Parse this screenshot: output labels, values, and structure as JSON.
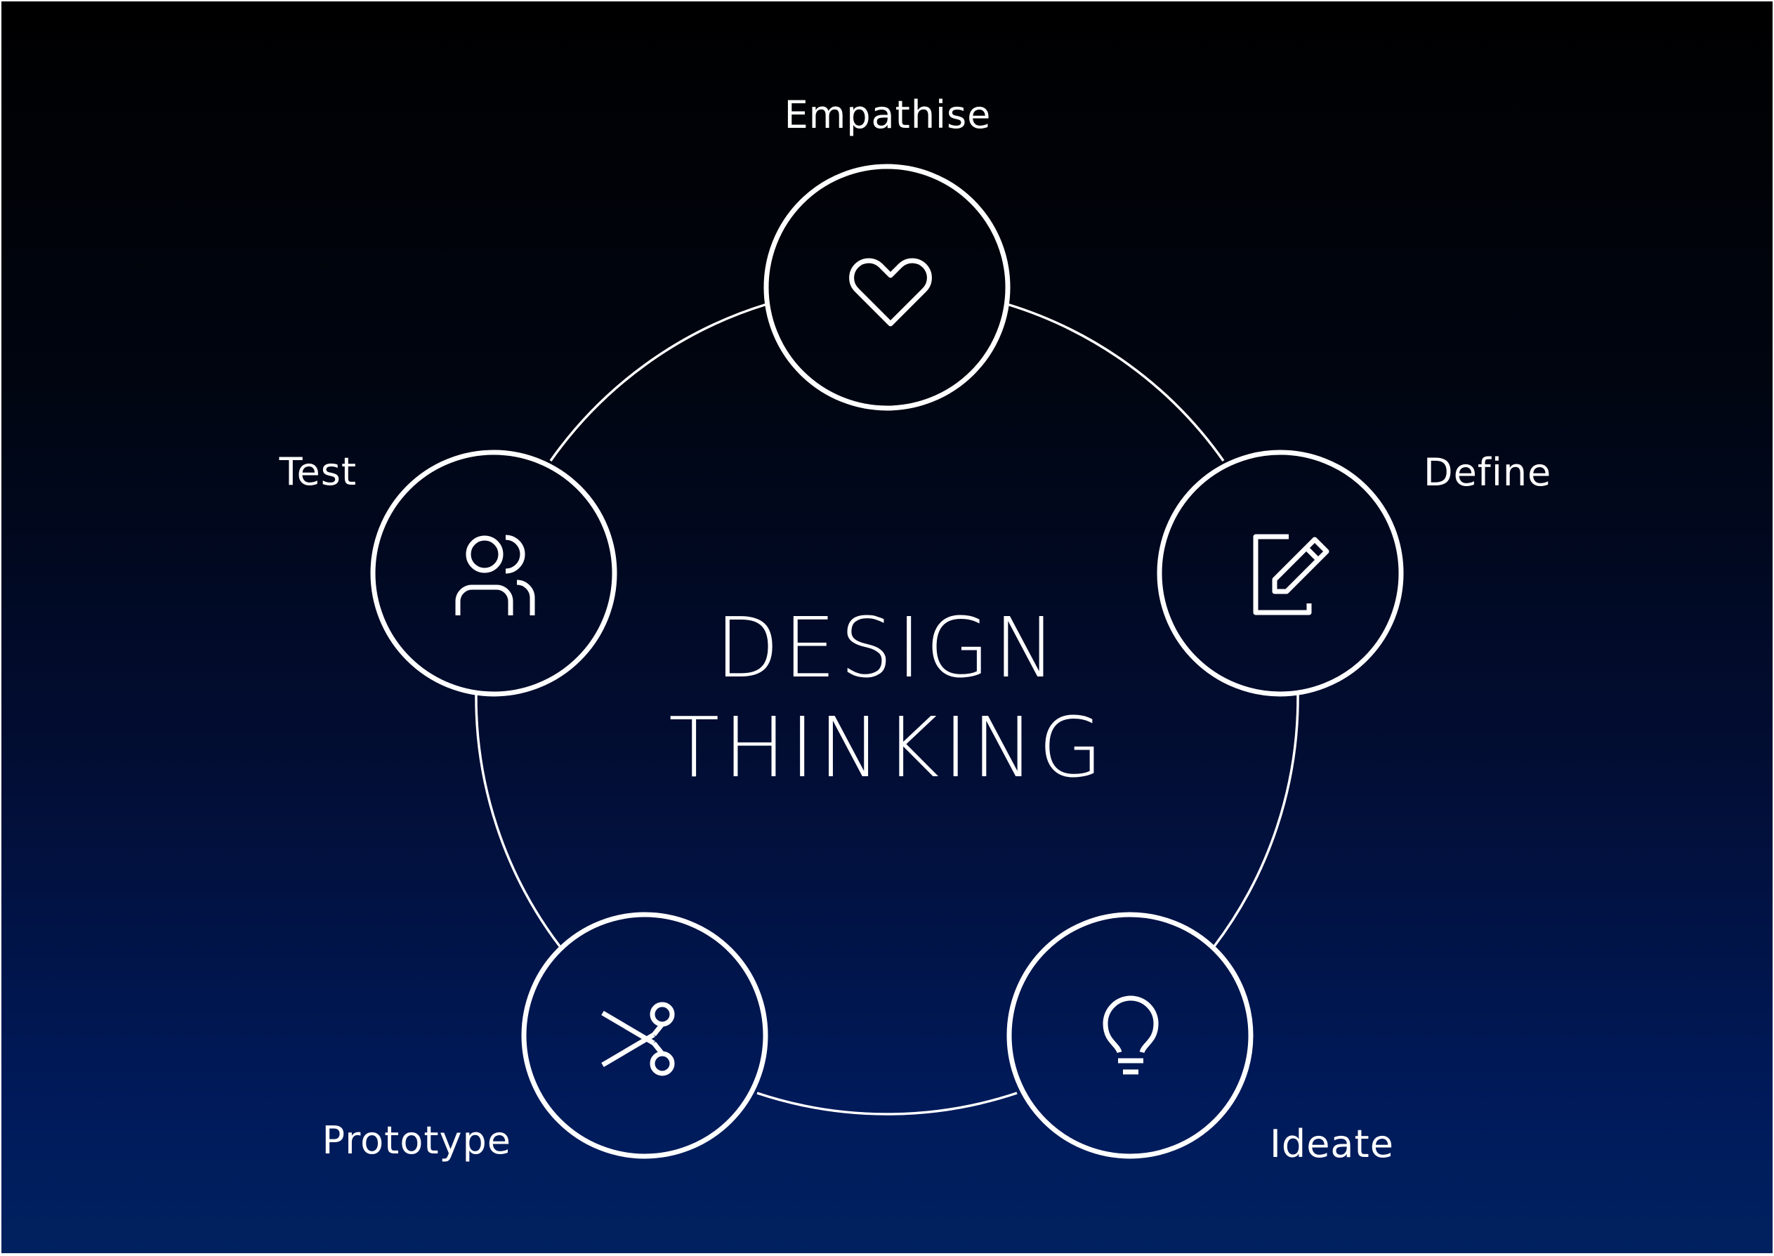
{
  "title": {
    "line1": "DESIGN",
    "line2": "THINKING"
  },
  "stages": [
    {
      "label": "Empathise",
      "icon": "heart-icon"
    },
    {
      "label": "Define",
      "icon": "edit-document-icon"
    },
    {
      "label": "Ideate",
      "icon": "lightbulb-icon"
    },
    {
      "label": "Prototype",
      "icon": "scissors-icon"
    },
    {
      "label": "Test",
      "icon": "users-icon"
    }
  ],
  "colors": {
    "background_top": "#000000",
    "background_bottom": "#00215f",
    "stroke": "#ffffff",
    "text": "#ffffff"
  }
}
